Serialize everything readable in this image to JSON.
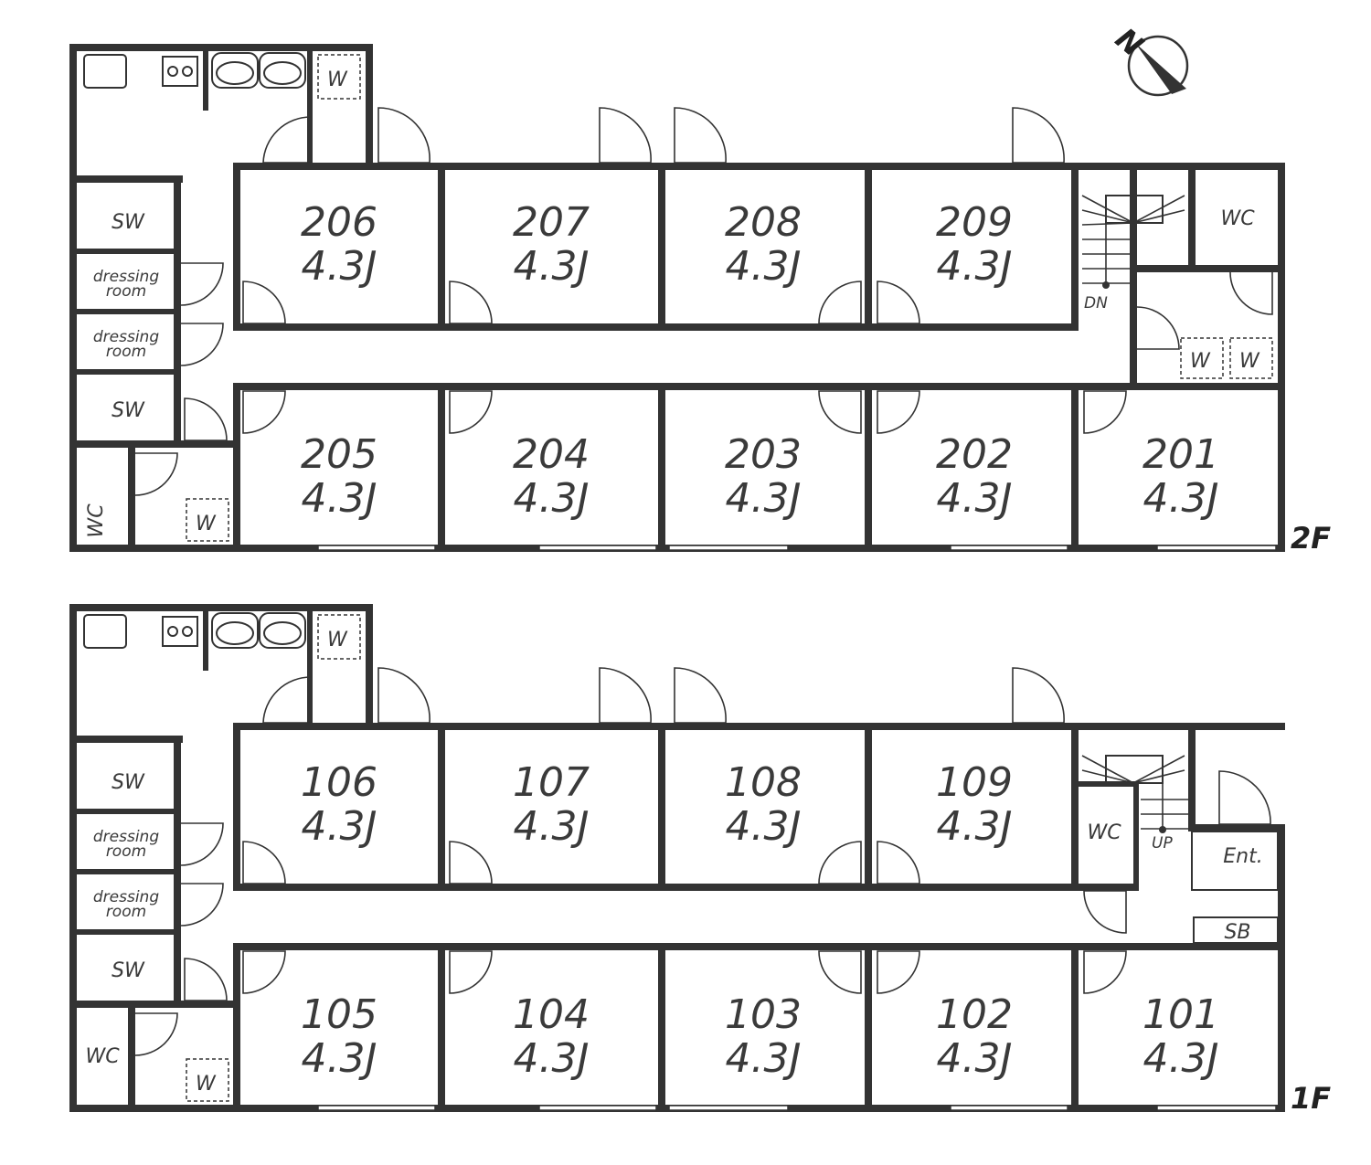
{
  "floors": {
    "f2": {
      "label": "2F",
      "rooms_top": [
        {
          "num": "206",
          "size": "4.3J"
        },
        {
          "num": "207",
          "size": "4.3J"
        },
        {
          "num": "208",
          "size": "4.3J"
        },
        {
          "num": "209",
          "size": "4.3J"
        }
      ],
      "rooms_bottom": [
        {
          "num": "205",
          "size": "4.3J"
        },
        {
          "num": "204",
          "size": "4.3J"
        },
        {
          "num": "203",
          "size": "4.3J"
        },
        {
          "num": "202",
          "size": "4.3J"
        },
        {
          "num": "201",
          "size": "4.3J"
        }
      ],
      "left": {
        "sw1": "SW",
        "dress1a": "dressing",
        "dress1b": "room",
        "dress2a": "dressing",
        "dress2b": "room",
        "sw2": "SW",
        "wc": "WC",
        "w_top": "W",
        "w_bottom": "W"
      },
      "right": {
        "wc": "WC",
        "stairs": "DN",
        "w1": "W",
        "w2": "W"
      }
    },
    "f1": {
      "label": "1F",
      "rooms_top": [
        {
          "num": "106",
          "size": "4.3J"
        },
        {
          "num": "107",
          "size": "4.3J"
        },
        {
          "num": "108",
          "size": "4.3J"
        },
        {
          "num": "109",
          "size": "4.3J"
        }
      ],
      "rooms_bottom": [
        {
          "num": "105",
          "size": "4.3J"
        },
        {
          "num": "104",
          "size": "4.3J"
        },
        {
          "num": "103",
          "size": "4.3J"
        },
        {
          "num": "102",
          "size": "4.3J"
        },
        {
          "num": "101",
          "size": "4.3J"
        }
      ],
      "left": {
        "sw1": "SW",
        "dress1a": "dressing",
        "dress1b": "room",
        "dress2a": "dressing",
        "dress2b": "room",
        "sw2": "SW",
        "wc": "WC",
        "w_top": "W",
        "w_bottom": "W"
      },
      "right": {
        "wc": "WC",
        "stairs": "UP",
        "ent": "Ent.",
        "sb": "SB"
      }
    }
  },
  "compass": {
    "north": "N"
  }
}
